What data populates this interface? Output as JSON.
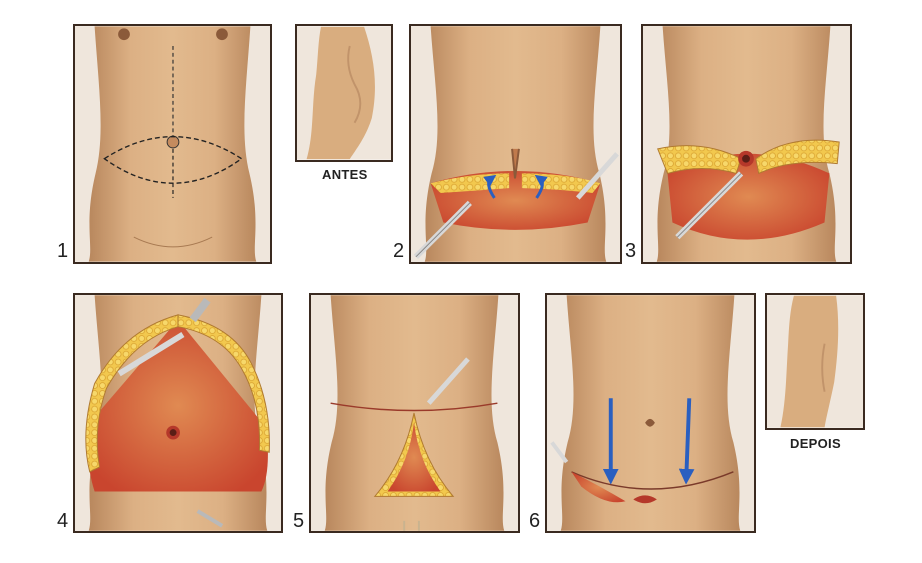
{
  "step_labels": [
    "1",
    "2",
    "3",
    "4",
    "5",
    "6"
  ],
  "captions": {
    "before": "ANTES",
    "after": "DEPOIS"
  },
  "colors": {
    "skin": "#d9ad7f",
    "skin_shadow": "#b8875d",
    "tissue": "#d8673c",
    "fat": "#f0c24a",
    "border": "#3a2a20",
    "arrow": "#2a5fc0"
  }
}
